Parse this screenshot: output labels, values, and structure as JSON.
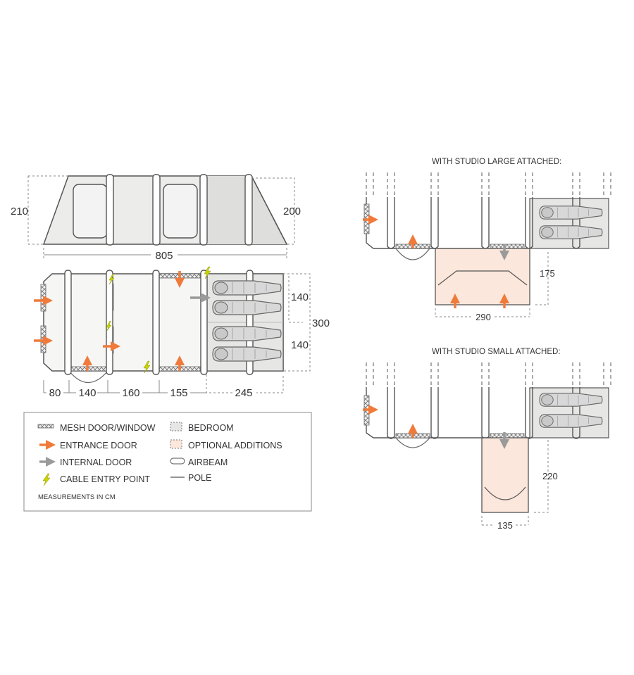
{
  "side_view": {
    "height_left": "210",
    "height_right": "200",
    "length": "805"
  },
  "floor_plan": {
    "depth_top": "140",
    "depth_bottom": "140",
    "depth_total": "300",
    "widths": [
      "80",
      "140",
      "160",
      "155",
      "245"
    ]
  },
  "legend": {
    "mesh": "MESH DOOR/WINDOW",
    "entrance": "ENTRANCE DOOR",
    "internal": "INTERNAL DOOR",
    "cable": "CABLE ENTRY POINT",
    "bedroom": "BEDROOM",
    "optional": "OPTIONAL ADDITIONS",
    "airbeam": "AIRBEAM",
    "pole": "POLE",
    "note": "MEASUREMENTS IN CM"
  },
  "studio_large": {
    "title": "WITH STUDIO LARGE ATTACHED:",
    "width": "290",
    "depth": "175"
  },
  "studio_small": {
    "title": "WITH STUDIO SMALL ATTACHED:",
    "width": "135",
    "depth": "220"
  },
  "colors": {
    "entrance": "#f07a3a",
    "internal": "#9a9a9a",
    "cable": "#c8d400",
    "bedroom": "#e6e6e4",
    "optional": "#fbe7db",
    "outline": "#555555"
  }
}
